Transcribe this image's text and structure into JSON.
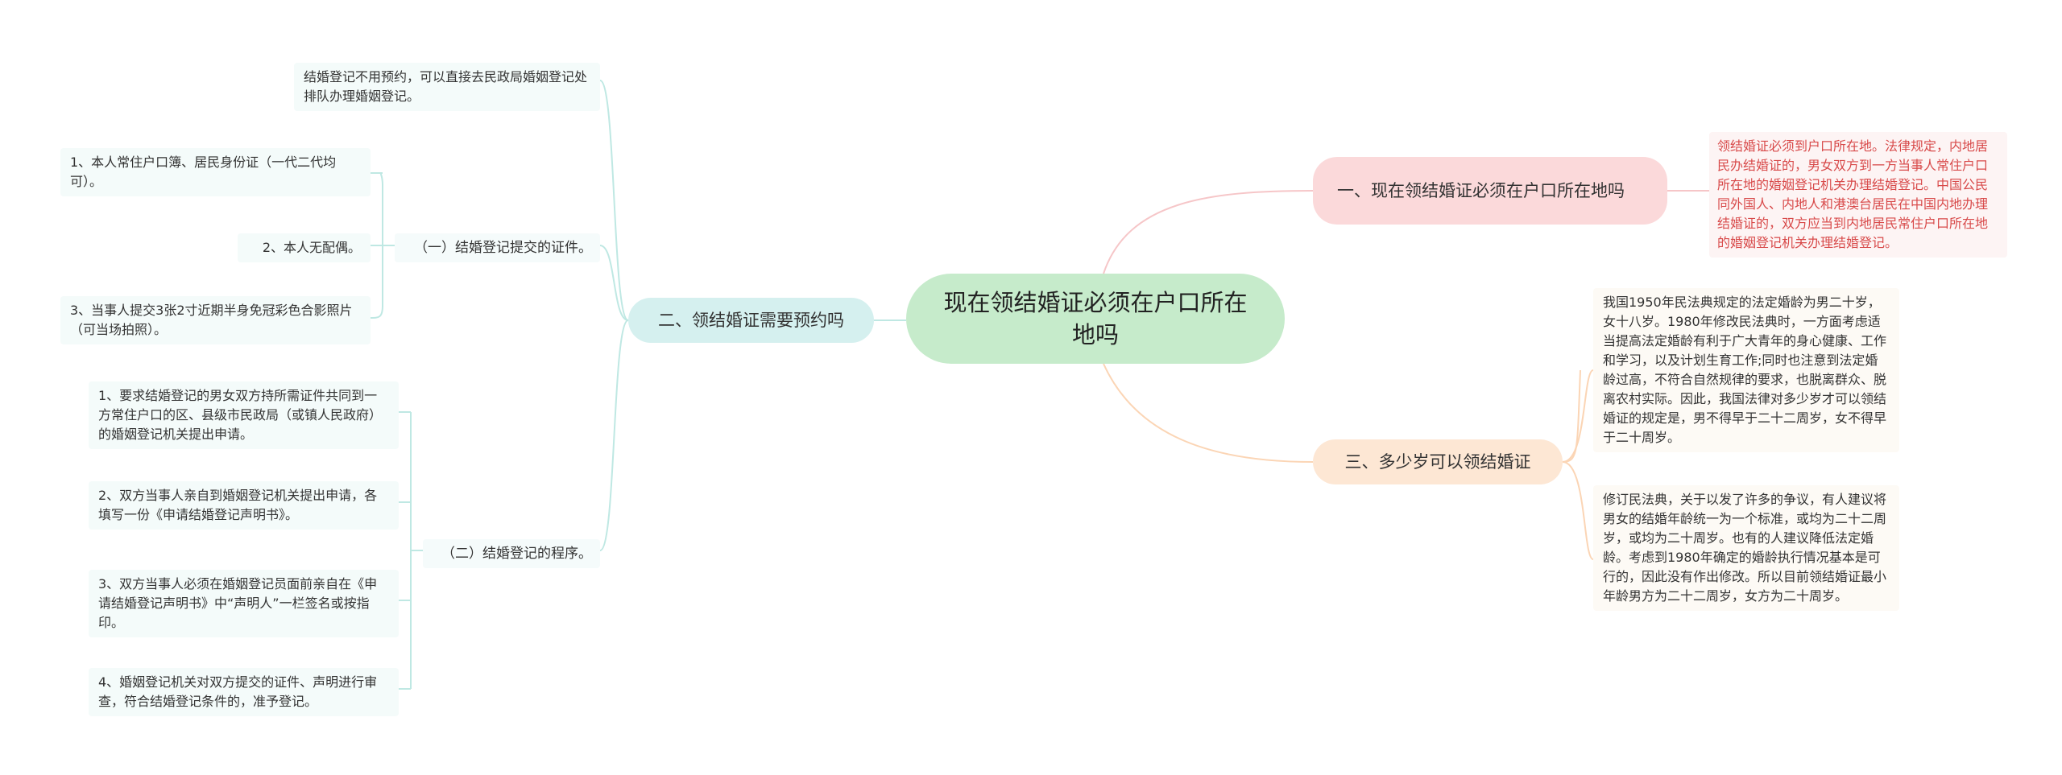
{
  "root": {
    "title": "现在领结婚证必须在户口所在地吗"
  },
  "branches": {
    "one": {
      "label": "一、现在领结婚证必须在户口所在地吗",
      "detail": "领结婚证必须到户口所在地。法律规定，内地居民办结婚证的，男女双方到一方当事人常住户口所在地的婚姻登记机关办理结婚登记。中国公民同外国人、内地人和港澳台居民在中国内地办理结婚证的，双方应当到内地居民常住户口所在地的婚姻登记机关办理结婚登记。"
    },
    "two": {
      "label": "二、领结婚证需要预约吗",
      "note": "结婚登记不用预约，可以直接去民政局婚姻登记处排队办理婚姻登记。",
      "docs": {
        "label": "（一）结婚登记提交的证件。",
        "items": [
          "1、本人常住户口簿、居民身份证（一代二代均可）。",
          "2、本人无配偶。",
          "3、当事人提交3张2寸近期半身免冠彩色合影照片（可当场拍照）。"
        ]
      },
      "procedure": {
        "label": "（二）结婚登记的程序。",
        "items": [
          "1、要求结婚登记的男女双方持所需证件共同到一方常住户口的区、县级市民政局（或镇人民政府）的婚姻登记机关提出申请。",
          "2、双方当事人亲自到婚姻登记机关提出申请，各填写一份《申请结婚登记声明书》。",
          "3、双方当事人必须在婚姻登记员面前亲自在《申请结婚登记声明书》中“声明人”一栏签名或按指印。",
          "4、婚姻登记机关对双方提交的证件、声明进行审查，符合结婚登记条件的，准予登记。"
        ]
      }
    },
    "three": {
      "label": "三、多少岁可以领结婚证",
      "items": [
        "我国1950年民法典规定的法定婚龄为男二十岁，女十八岁。1980年修改民法典时，一方面考虑适当提高法定婚龄有利于广大青年的身心健康、工作和学习，以及计划生育工作;同时也注意到法定婚龄过高，不符合自然规律的要求，也脱离群众、脱离农村实际。因此，我国法律对多少岁才可以领结婚证的规定是，男不得早于二十二周岁，女不得早于二十周岁。",
        "修订民法典，关于以发了许多的争议，有人建议将男女的结婚年龄统一为一个标准，或均为二十二周岁，或均为二十周岁。也有的人建议降低法定婚龄。考虑到1980年确定的婚龄执行情况基本是可行的，因此没有作出修改。所以目前领结婚证最小年龄男方为二十二周岁，女方为二十周岁。"
      ]
    }
  },
  "colors": {
    "root": "#c6ebcb",
    "branch_one": "#fbd9da",
    "branch_two": "#d5f0ef",
    "branch_three": "#fde7d4",
    "line_one": "#f6c6c8",
    "line_two": "#bfe8e3",
    "line_three": "#fbd5b5",
    "red_text": "#d84a4a"
  }
}
